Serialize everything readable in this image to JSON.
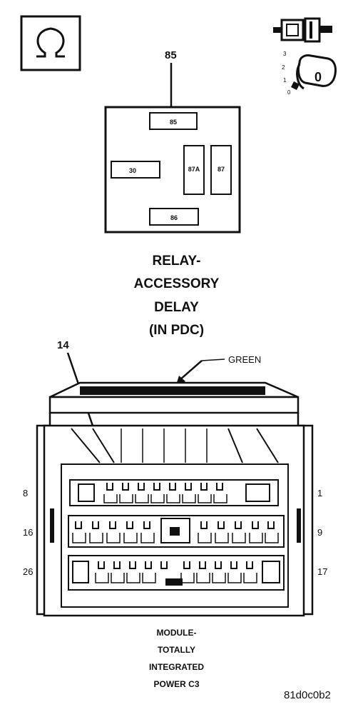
{
  "symbols": {
    "ohm_icon": "Ω",
    "key_icon_label": "0",
    "key_positions": [
      "3",
      "2",
      "1",
      "0"
    ]
  },
  "relay": {
    "callout": "85",
    "terminals": {
      "t85": "85",
      "t30": "30",
      "t87a": "87A",
      "t87": "87",
      "t86": "86"
    },
    "title_lines": [
      "RELAY-",
      "ACCESSORY",
      "DELAY",
      "(IN PDC)"
    ]
  },
  "connector": {
    "callout": "14",
    "color_label": "GREEN",
    "pin_labels": {
      "row1_left": "8",
      "row1_right": "1",
      "row2_left": "16",
      "row2_right": "9",
      "row3_left": "26",
      "row3_right": "17"
    },
    "title_lines": [
      "MODULE-",
      "TOTALLY",
      "INTEGRATED",
      "POWER C3"
    ]
  },
  "figure_id": "81d0c0b2"
}
